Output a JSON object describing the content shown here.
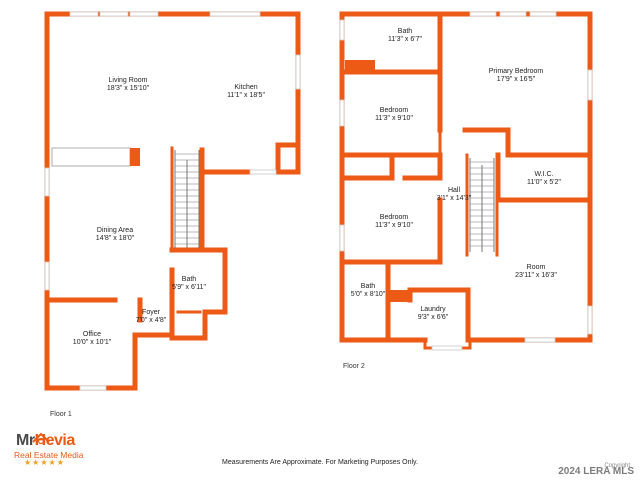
{
  "floor1": {
    "label": "Floor 1",
    "rooms": [
      {
        "name": "Living Room",
        "dims": "18'3\" x 15'10\""
      },
      {
        "name": "Kitchen",
        "dims": "11'1\" x 18'5\""
      },
      {
        "name": "Dining Area",
        "dims": "14'8\" x 18'0\""
      },
      {
        "name": "Bath",
        "dims": "5'9\" x 6'11\""
      },
      {
        "name": "Foyer",
        "dims": "7'0\" x 4'8\""
      },
      {
        "name": "Office",
        "dims": "10'0\" x 10'1\""
      }
    ]
  },
  "floor2": {
    "label": "Floor 2",
    "rooms": [
      {
        "name": "Bath",
        "dims": "11'3\" x 6'7\""
      },
      {
        "name": "Primary Bedroom",
        "dims": "17'9\" x 16'5\""
      },
      {
        "name": "Bedroom",
        "dims": "11'3\" x 9'10\""
      },
      {
        "name": "W.I.C.",
        "dims": "11'0\" x 5'2\""
      },
      {
        "name": "Hall",
        "dims": "3'1\" x 14'3\""
      },
      {
        "name": "Bedroom",
        "dims": "11'3\" x 9'10\""
      },
      {
        "name": "Room",
        "dims": "23'11\" x 16'3\""
      },
      {
        "name": "Bath",
        "dims": "5'0\" x 8'10\""
      },
      {
        "name": "Laundry",
        "dims": "9'3\" x 6'6\""
      }
    ]
  },
  "footer": {
    "disclaimer": "Measurements Are Approximate. For Marketing Purposes Only."
  },
  "logo": {
    "name_part1": "Mr",
    "name_part2": "Hevia",
    "subtitle": "Real Estate Media",
    "stars": "★★★★★"
  },
  "watermark": {
    "text": "2024 LERA MLS",
    "small": "Copyright"
  },
  "colors": {
    "wall": "#ec5a16",
    "stairs": "#555555"
  }
}
